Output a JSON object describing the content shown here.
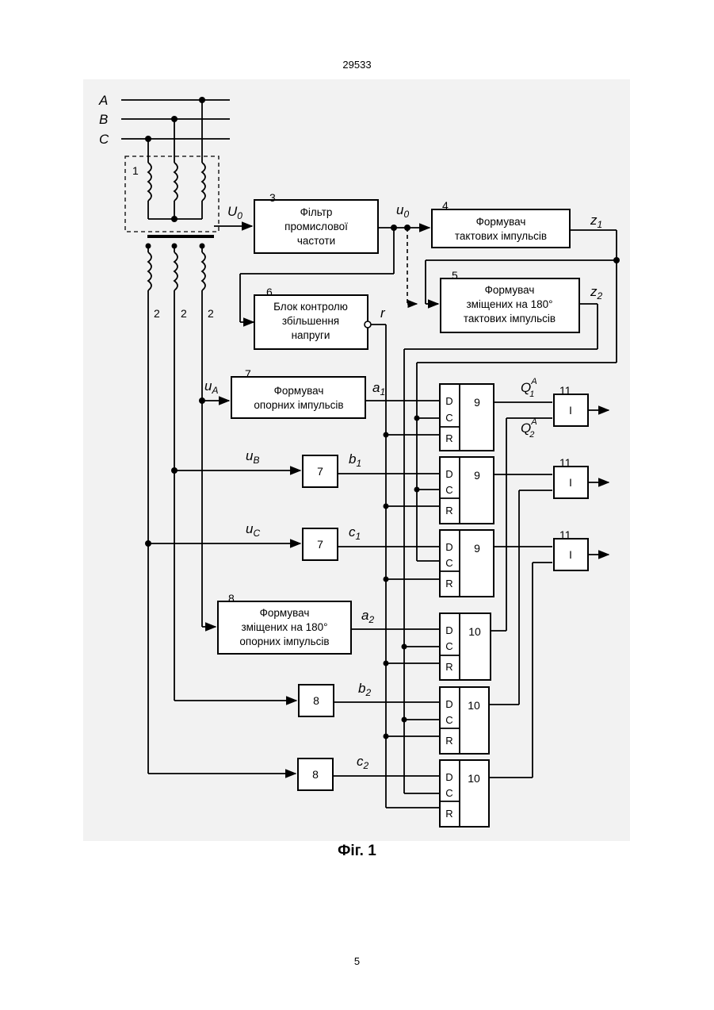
{
  "page": {
    "header_number": "29533",
    "footer_number": "5"
  },
  "figure": {
    "caption": "Фіг. 1",
    "phases": [
      "A",
      "B",
      "C"
    ],
    "transformer": {
      "primary_label": "1",
      "secondary_labels": [
        "2",
        "2",
        "2"
      ]
    },
    "signals": {
      "U0": "U",
      "U0_sub": "0",
      "u0": "u",
      "u0_sub": "0",
      "z1": "z",
      "z1_sub": "1",
      "z2": "z",
      "z2_sub": "2",
      "r": "r",
      "uA": "u",
      "uA_sub": "A",
      "uB": "u",
      "uB_sub": "B",
      "uC": "u",
      "uC_sub": "C",
      "a1": "a",
      "a1_sub": "1",
      "b1": "b",
      "b1_sub": "1",
      "c1": "c",
      "c1_sub": "1",
      "a2": "a",
      "a2_sub": "2",
      "b2": "b",
      "b2_sub": "2",
      "c2": "c",
      "c2_sub": "2",
      "Q1A": "Q",
      "Q1A_sub": "1",
      "Q1A_sup": "A",
      "Q2A": "Q",
      "Q2A_sub": "2",
      "Q2A_sup": "A"
    },
    "blocks": {
      "b3": {
        "num": "3",
        "line1": "Фільтр",
        "line2": "промислової",
        "line3": "частоти"
      },
      "b4": {
        "num": "4",
        "line1": "Формувач",
        "line2": "тактових імпульсів"
      },
      "b5": {
        "num": "5",
        "line1": "Формувач",
        "line2": "зміщених на 180°",
        "line3": "тактових імпульсів"
      },
      "b6": {
        "num": "6",
        "line1": "Блок контролю",
        "line2": "збільшення",
        "line3": "напруги"
      },
      "b7a": {
        "num": "7",
        "line1": "Формувач",
        "line2": "опорних імпульсів"
      },
      "b7b": {
        "num": "7"
      },
      "b7c": {
        "num": "7"
      },
      "b8a": {
        "num": "8",
        "line1": "Формувач",
        "line2": "зміщених на 180°",
        "line3": "опорних імпульсів"
      },
      "b8b": {
        "num": "8"
      },
      "b8c": {
        "num": "8"
      }
    },
    "triggers": {
      "t9": "9",
      "t10": "10",
      "pin_d": "D",
      "pin_c": "C",
      "pin_r": "R"
    },
    "and_gates": {
      "num": "11",
      "symbol": "I"
    }
  }
}
